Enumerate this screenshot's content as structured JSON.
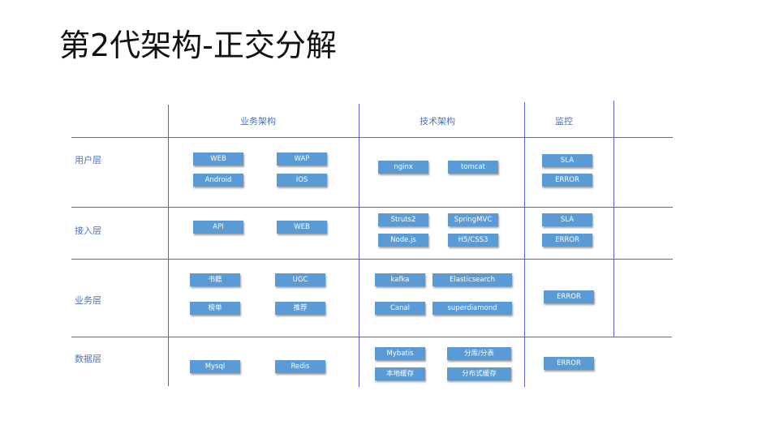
{
  "title": "第2代架构-正交分解",
  "columns": {
    "business": "业务架构",
    "tech": "技术架构",
    "monitor": "监控"
  },
  "rows": {
    "user": {
      "label": "用户层",
      "business": [
        "WEB",
        "WAP",
        "Android",
        "IOS"
      ],
      "tech": [
        "nginx",
        "tomcat"
      ],
      "monitor": [
        "SLA",
        "ERROR"
      ]
    },
    "access": {
      "label": "接入层",
      "business": [
        "API",
        "WEB"
      ],
      "tech": [
        "Struts2",
        "SpringMVC",
        "Node.js",
        "H5/CSS3"
      ],
      "monitor": [
        "SLA",
        "ERROR"
      ]
    },
    "service": {
      "label": "业务层",
      "business": [
        "书籍",
        "UGC",
        "榜单",
        "推荐"
      ],
      "tech": [
        "kafka",
        "Elasticsearch",
        "Canal",
        "superdiamond"
      ],
      "monitor": [
        "ERROR"
      ]
    },
    "data": {
      "label": "数据层",
      "business": [
        "Mysql",
        "Redis"
      ],
      "tech": [
        "Mybatis",
        "分库/分表",
        "本地缓存",
        "分布式缓存"
      ],
      "monitor": [
        "ERROR"
      ]
    }
  }
}
